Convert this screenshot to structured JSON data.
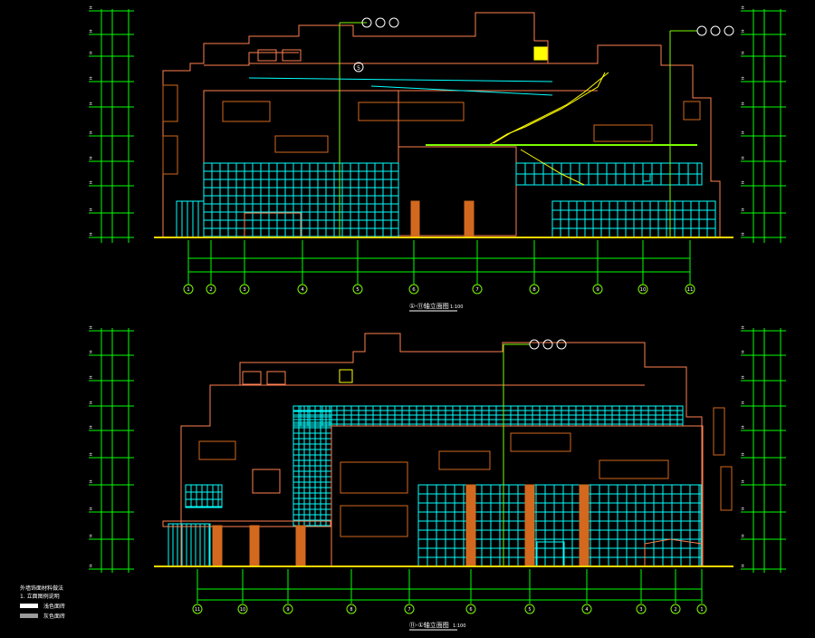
{
  "elevations": [
    {
      "id": "top",
      "title": "①-⑪轴立面图",
      "scale": "1:100",
      "axis_labels": [
        "1",
        "2",
        "3",
        "4",
        "5",
        "6",
        "7",
        "8",
        "9",
        "10",
        "11"
      ],
      "grid_callout": "5"
    },
    {
      "id": "bottom",
      "title": "⑪-①轴立面图",
      "scale": "1:100",
      "axis_labels": [
        "11",
        "10",
        "9",
        "8",
        "7",
        "6",
        "5",
        "4",
        "3",
        "2",
        "1"
      ]
    }
  ],
  "legend": {
    "title": "外墙饰面材料做法",
    "subtitle": "1. 立面图例说明",
    "items": [
      {
        "color": "#ffffff",
        "label": "浅色面砖"
      },
      {
        "color": "#9a9a9a",
        "label": "灰色面砖"
      }
    ]
  },
  "colors": {
    "background": "#000000",
    "outline": "#ff7f50",
    "curtain_wall": "#00ffff",
    "dimension": "#00ff00",
    "column": "#d2691e",
    "stair": "#ffff00",
    "ground": "#ffd700",
    "label": "#ffffff"
  }
}
